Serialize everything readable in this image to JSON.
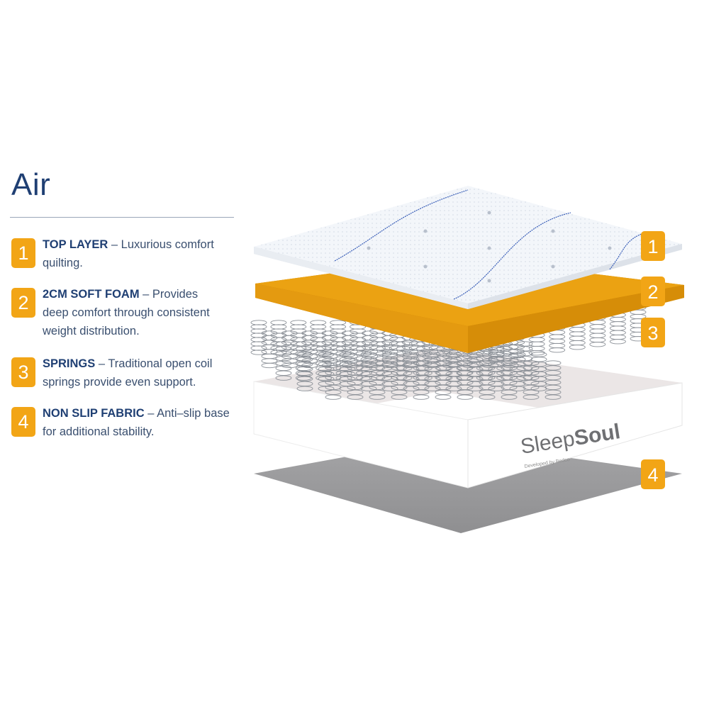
{
  "title": "Air",
  "features": [
    {
      "number": "1",
      "heading": "TOP LAYER",
      "description": " – Luxurious comfort quilting."
    },
    {
      "number": "2",
      "heading": "2CM SOFT FOAM",
      "description": " – Provides deep comfort through consistent weight distribution."
    },
    {
      "number": "3",
      "heading": "SPRINGS",
      "description": " – Traditional open coil springs provide even support."
    },
    {
      "number": "4",
      "heading": "NON SLIP FABRIC",
      "description": " – Anti–slip base for additional stability."
    }
  ],
  "diagram": {
    "callouts": [
      "1",
      "2",
      "3",
      "4"
    ],
    "brand": "SleepSoul",
    "brand_part1": "Sleep",
    "brand_part2": "Soul",
    "brand_tagline": "Developed by Bedco"
  },
  "colors": {
    "accent": "#f2a516",
    "navy": "#1f3f73",
    "foam": "#eba212",
    "base": "#9b9b9d"
  }
}
